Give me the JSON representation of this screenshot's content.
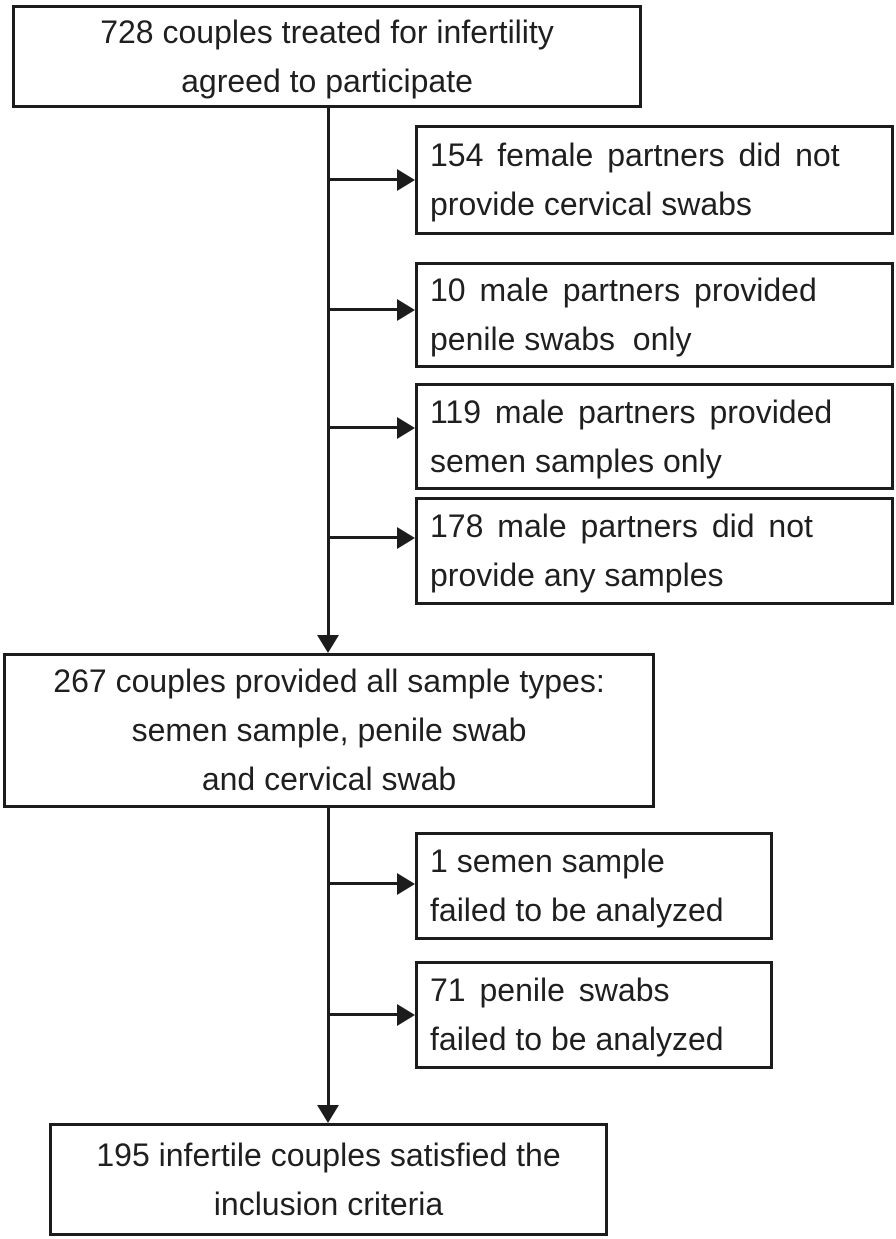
{
  "figure": {
    "type": "participant-flow-diagram",
    "colors": {
      "background": "#ffffff",
      "line": "#1c1c1c",
      "text": "#1f1f1f",
      "box_fill": "#ffffff"
    },
    "boxes": {
      "enrolled": {
        "lines": [
          "728 couples treated for infertility",
          "agreed to participate"
        ]
      },
      "excluded_cervical": {
        "lines": [
          "154 female partners did not",
          "provide cervical swabs"
        ]
      },
      "excluded_penile_only": {
        "lines": [
          "10 male partners provided",
          "penile swabs  only"
        ]
      },
      "excluded_semen_only": {
        "lines": [
          "119 male partners provided",
          "semen samples only"
        ]
      },
      "excluded_no_samples": {
        "lines": [
          "178 male partners did not",
          "provide any samples"
        ]
      },
      "all_samples": {
        "lines": [
          "267 couples provided all sample types:",
          "semen sample, penile swab",
          "and cervical swab"
        ]
      },
      "failed_semen": {
        "lines": [
          "1 semen sample",
          "failed to be analyzed"
        ]
      },
      "failed_penile": {
        "lines": [
          "71 penile swabs",
          "failed to be analyzed"
        ]
      },
      "final_included": {
        "lines": [
          "195 infertile couples satisfied the",
          "inclusion criteria"
        ]
      }
    }
  }
}
